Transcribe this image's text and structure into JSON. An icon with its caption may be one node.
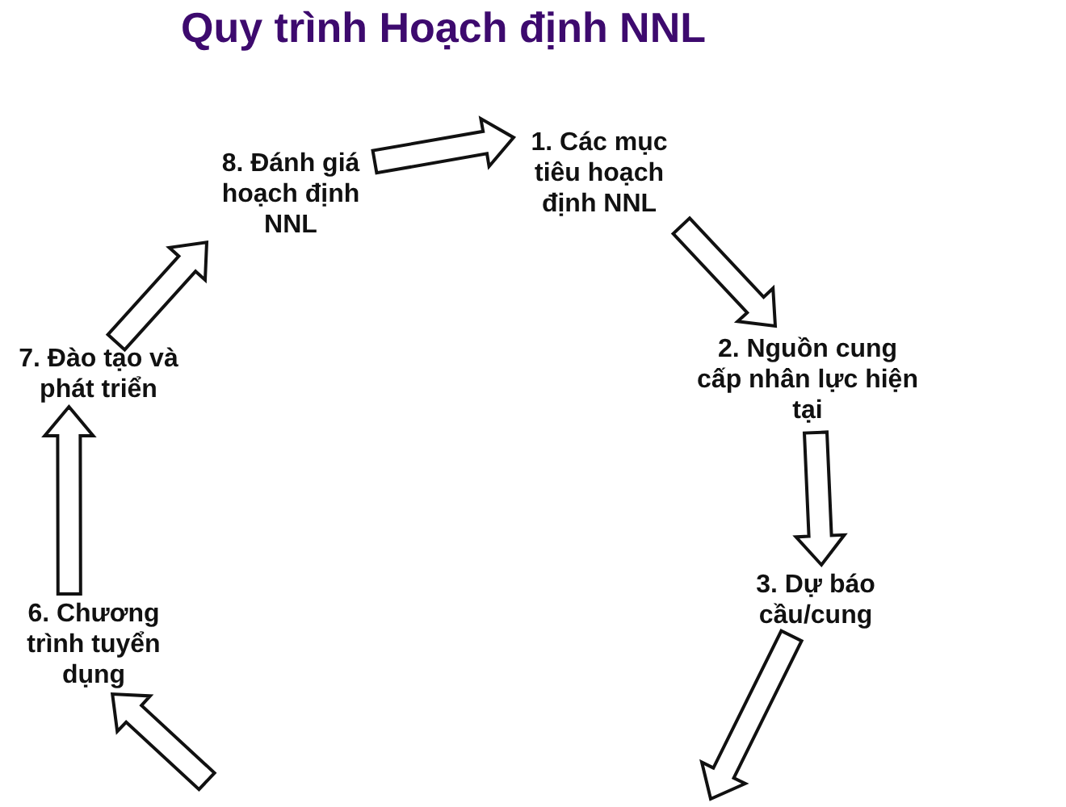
{
  "diagram": {
    "title": "Quy trình Hoạch định NNL",
    "nodes": [
      {
        "text": [
          "8. Đánh giá hoạch định NNL"
        ]
      },
      {
        "text": [
          "1. Các mục tiêu hoạch định NNL"
        ]
      },
      {
        "text": [
          "2. Nguồn cung cấp nhân lực hiện tại"
        ]
      },
      {
        "text": [
          "3. Dự báo cầu/cung"
        ]
      },
      {
        "text": [
          "6. Chương trình tuyển dụng"
        ]
      },
      {
        "text": [
          "7. Đào tạo và phát triển"
        ]
      }
    ],
    "edges": [
      {
        "from": 0,
        "to": 1,
        "arrow": "to"
      },
      {
        "from": 1,
        "to": 2,
        "arrow": "to"
      },
      {
        "from": 2,
        "to": 3,
        "arrow": "to"
      },
      {
        "from": 3,
        "to": null,
        "arrow": "to"
      },
      {
        "from": null,
        "to": 4,
        "arrow": "to"
      },
      {
        "from": 4,
        "to": 5,
        "arrow": "to"
      },
      {
        "from": 5,
        "to": 0,
        "arrow": "to"
      }
    ]
  }
}
